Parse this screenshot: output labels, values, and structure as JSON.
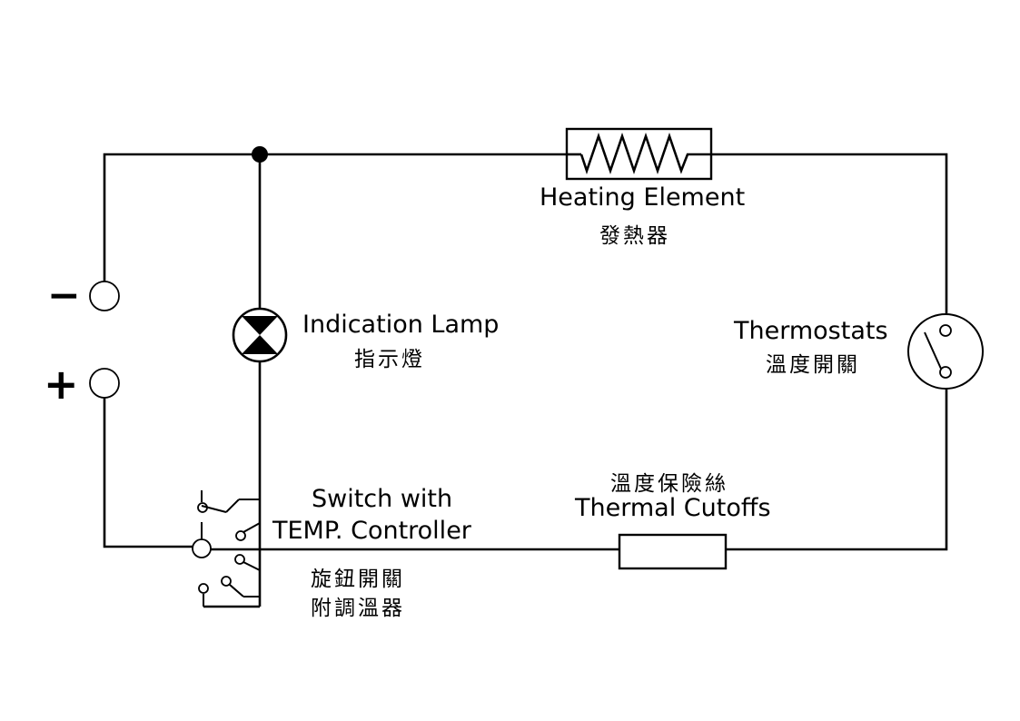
{
  "terminals": {
    "minus": "−",
    "plus": "+"
  },
  "heating_element": {
    "name_en": "Heating Element",
    "name_zh": "發熱器"
  },
  "indication_lamp": {
    "name_en": "Indication Lamp",
    "name_zh": "指示燈"
  },
  "thermostats": {
    "name_en": "Thermostats",
    "name_zh": "溫度開關"
  },
  "thermal_cutoffs": {
    "name_zh": "溫度保險絲",
    "name_en": "Thermal Cutoffs"
  },
  "switch": {
    "name_en_line1": "Switch with",
    "name_en_line2": "TEMP. Controller",
    "name_zh_line1": "旋鈕開關",
    "name_zh_line2": "附調溫器"
  }
}
